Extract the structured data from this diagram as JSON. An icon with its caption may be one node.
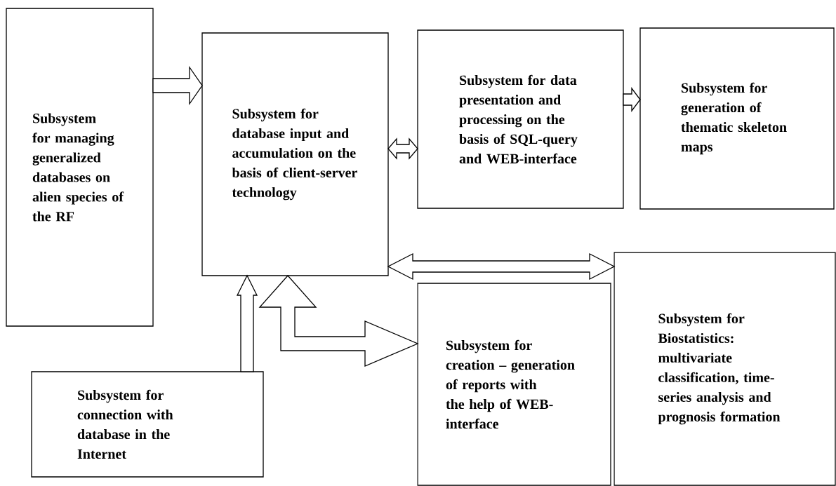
{
  "diagram": {
    "nodes": [
      {
        "text": [
          "Subsystem for managing generalized databases on alien species of the RF"
        ]
      },
      {
        "text": [
          "Subsystem for database input and accumulation on the basis of client-server technology"
        ]
      },
      {
        "text": [
          "Subsystem for data presentation and processing on the basis of SQL-query and WEB-interface"
        ]
      },
      {
        "text": [
          "Subsystem for generation of thematic skeleton maps"
        ]
      },
      {
        "text": [
          "Subsystem for Biostatistics: multivariate classification, time-series analysis and prognosis formation"
        ]
      },
      {
        "text": [
          "Subsystem for connection with database in the Internet"
        ]
      },
      {
        "text": [
          "Subsystem for creation – generation of reports with the help of WEB-interface"
        ]
      }
    ],
    "edges": [
      {
        "from": 0,
        "to": 1,
        "arrow": "to"
      },
      {
        "from": 1,
        "to": 2,
        "arrow": "both"
      },
      {
        "from": 2,
        "to": 3,
        "arrow": "to"
      },
      {
        "from": 1,
        "to": 4,
        "arrow": "both"
      },
      {
        "from": 5,
        "to": 1,
        "arrow": "to"
      },
      {
        "from": 1,
        "to": 6,
        "arrow": "both"
      }
    ]
  }
}
